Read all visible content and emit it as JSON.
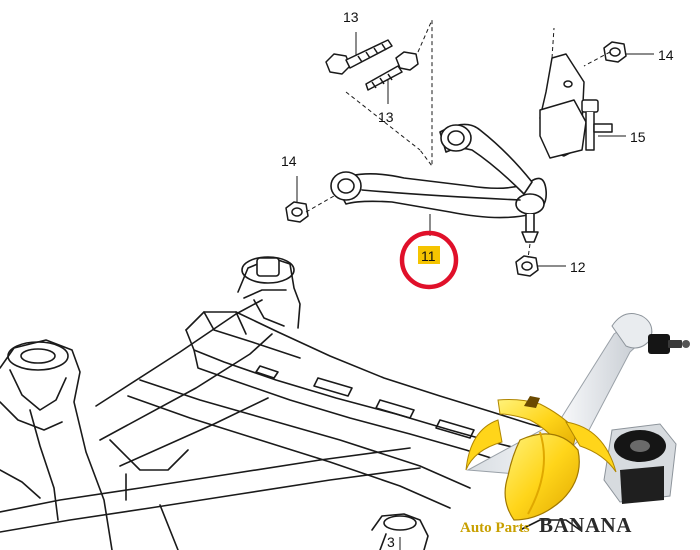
{
  "diagram": {
    "callouts": [
      {
        "id": "c13a",
        "label": "13"
      },
      {
        "id": "c13b",
        "label": "13"
      },
      {
        "id": "c14a",
        "label": "14"
      },
      {
        "id": "c14b",
        "label": "14"
      },
      {
        "id": "c15",
        "label": "15"
      },
      {
        "id": "c12",
        "label": "12"
      },
      {
        "id": "c3",
        "label": "3"
      },
      {
        "id": "c11",
        "label": "11"
      }
    ],
    "highlight": {
      "label": "11",
      "ring_color": "#e0102a",
      "tag_color": "#f5c400"
    }
  },
  "watermark": {
    "brand_prefix": "Auto Parts",
    "brand_name": "BANANA",
    "prefix_color": "#c8a000",
    "name_color": "#2a2a2a"
  }
}
